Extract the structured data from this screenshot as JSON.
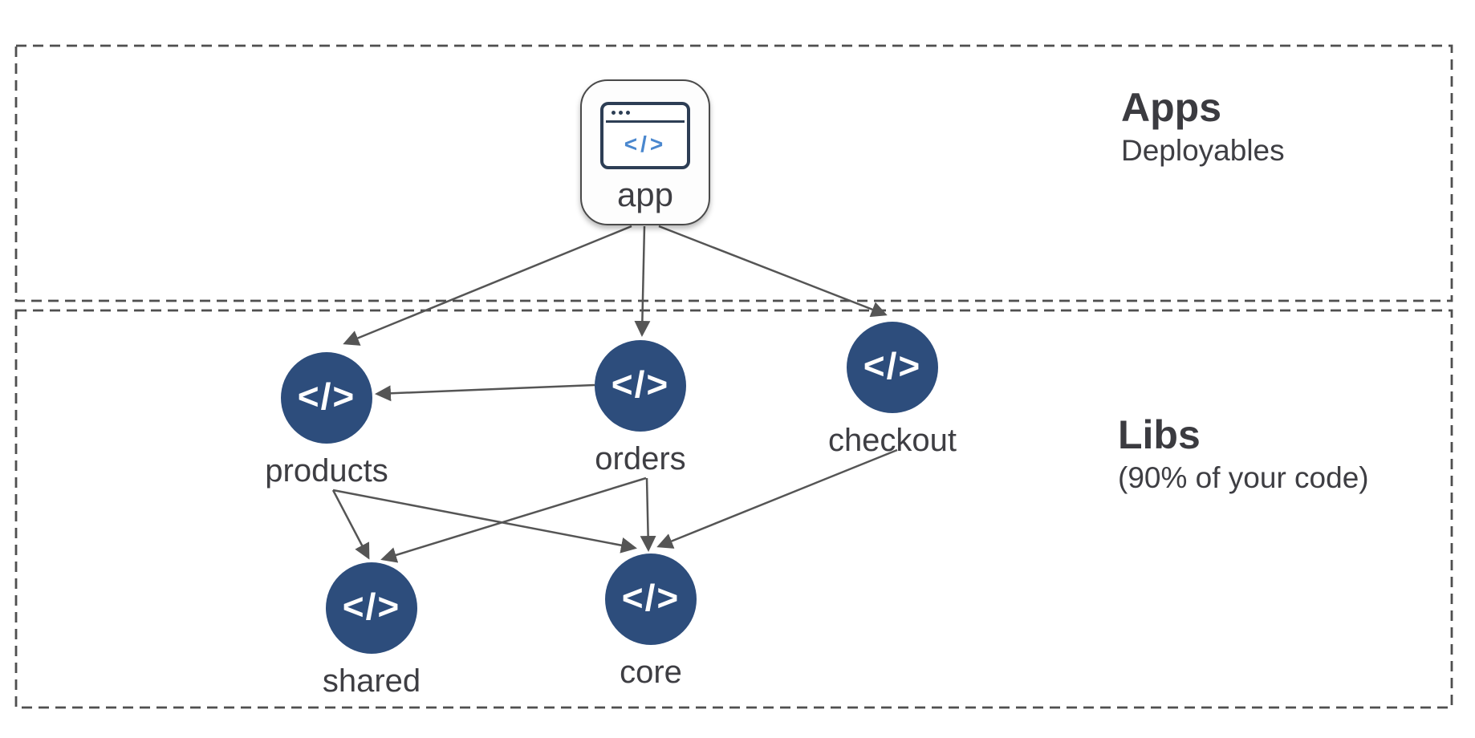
{
  "sections": [
    {
      "id": "apps",
      "title": "Apps",
      "subtitle": "Deployables"
    },
    {
      "id": "libs",
      "title": "Libs",
      "subtitle": "(90% of your code)"
    }
  ],
  "graph": {
    "nodes": [
      {
        "id": "app",
        "label": "app",
        "type": "application",
        "section": "apps",
        "icon": "browser-code-icon"
      },
      {
        "id": "products",
        "label": "products",
        "type": "library",
        "section": "libs",
        "icon": "code-circle-icon"
      },
      {
        "id": "orders",
        "label": "orders",
        "type": "library",
        "section": "libs",
        "icon": "code-circle-icon"
      },
      {
        "id": "checkout",
        "label": "checkout",
        "type": "library",
        "section": "libs",
        "icon": "code-circle-icon"
      },
      {
        "id": "shared",
        "label": "shared",
        "type": "library",
        "section": "libs",
        "icon": "code-circle-icon"
      },
      {
        "id": "core",
        "label": "core",
        "type": "library",
        "section": "libs",
        "icon": "code-circle-icon"
      }
    ],
    "edges": [
      {
        "from": "app",
        "to": "products"
      },
      {
        "from": "app",
        "to": "orders"
      },
      {
        "from": "app",
        "to": "checkout"
      },
      {
        "from": "orders",
        "to": "products"
      },
      {
        "from": "products",
        "to": "shared"
      },
      {
        "from": "products",
        "to": "core"
      },
      {
        "from": "orders",
        "to": "shared"
      },
      {
        "from": "orders",
        "to": "core"
      },
      {
        "from": "checkout",
        "to": "core"
      }
    ]
  },
  "icons": {
    "code_glyph": "</>"
  },
  "colors": {
    "lib_circle": "#2d4d7c",
    "icon_frame_navy": "#2d3e55",
    "icon_code_blue": "#4a87ce",
    "arrow_gray": "#555555",
    "dashed_border_gray": "#4f4f4f",
    "text_dark": "#3e3e43",
    "background": "#ffffff"
  }
}
